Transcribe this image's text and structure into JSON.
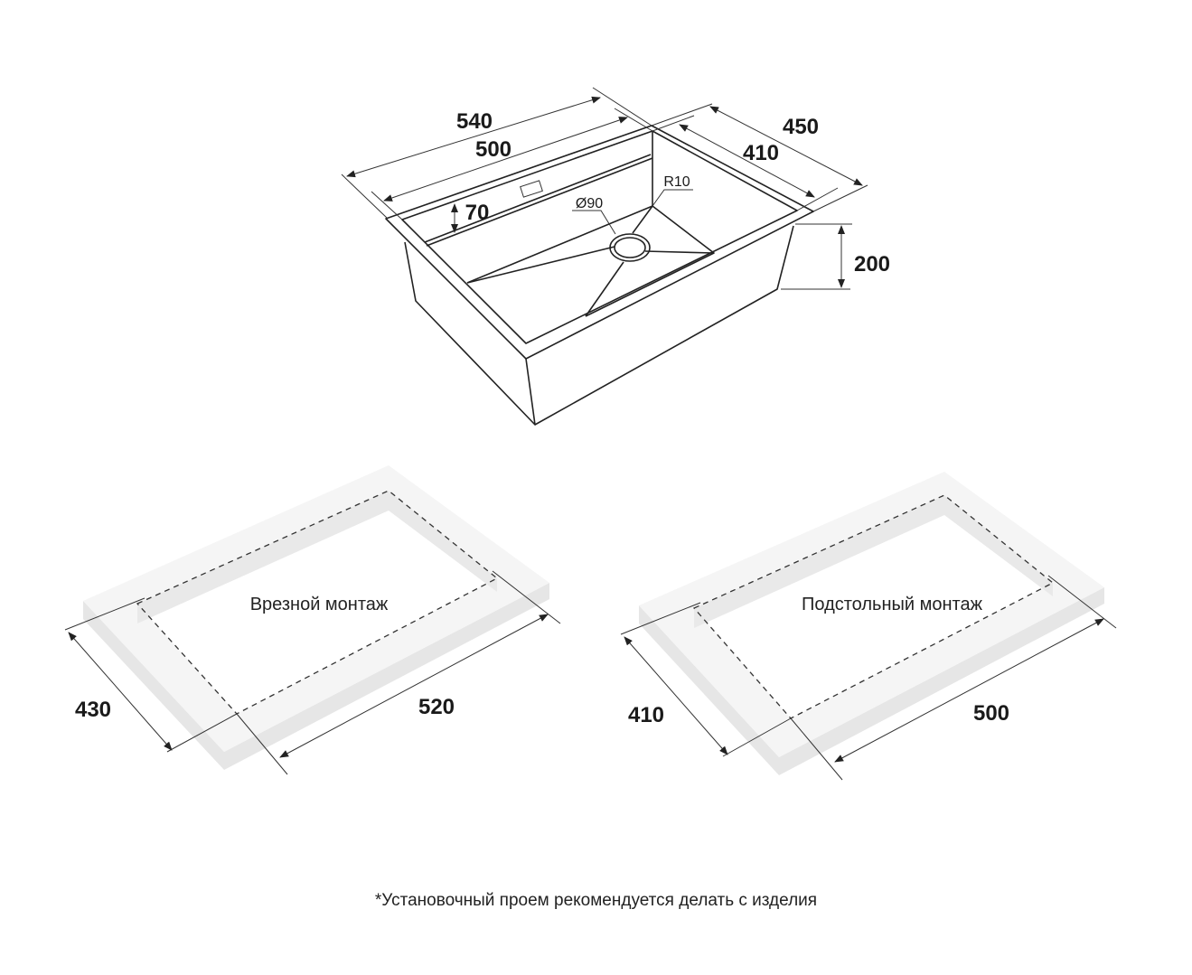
{
  "sink": {
    "dims": {
      "outer_length": "540",
      "inner_length": "500",
      "outer_width": "450",
      "inner_width": "410",
      "ledge": "70",
      "depth": "200",
      "radius": "R10",
      "drain": "Ø90"
    }
  },
  "mount_top": {
    "label": "Врезной монтаж",
    "width": "430",
    "length": "520"
  },
  "mount_under": {
    "label": "Подстольный монтаж",
    "width": "410",
    "length": "500"
  },
  "footnote": "*Установочный проем рекомендуется делать с изделия",
  "colors": {
    "line": "#222222",
    "frame_face": "#f4f4f4",
    "frame_side": "#e4e4e4"
  }
}
